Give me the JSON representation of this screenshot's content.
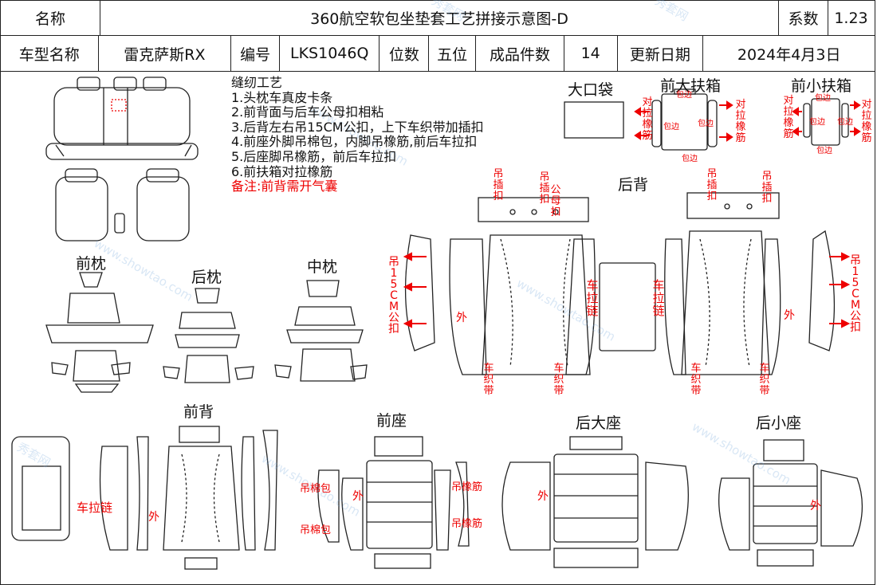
{
  "header": {
    "name_label": "名称",
    "title": "360航空软包坐垫套工艺拼接示意图-D",
    "coef_label": "系数",
    "coef_value": "1.23",
    "model_label": "车型名称",
    "model_value": "雷克萨斯RX",
    "code_label": "编号",
    "code_value": "LKS1046Q",
    "seats_label": "位数",
    "seats_value": "五位",
    "pieces_label": "成品件数",
    "pieces_value": "14",
    "update_label": "更新日期",
    "update_value": "2024年4月3日"
  },
  "notes": {
    "title": "缝纫工艺",
    "items": [
      "1.头枕车真皮卡条",
      "2.前背面与后车公母扣相粘",
      "3.后背左右吊15CM公扣，上下车织带加插扣",
      "4.前座外脚吊棉包，内脚吊橡筋,前后车拉扣",
      "5.后座脚吊橡筋，前后车拉扣",
      "6.前扶箱对拉橡筋"
    ],
    "remark": "备注:前背需开气囊"
  },
  "sections": {
    "big_pocket": "大口袋",
    "front_big_armrest": "前大扶箱",
    "front_small_armrest": "前小扶箱",
    "rear_back": "后背",
    "front_pillow": "前枕",
    "rear_pillow": "后枕",
    "middle_pillow": "中枕",
    "front_back": "前背",
    "front_seat": "前座",
    "rear_big_seat": "后大座",
    "rear_small_seat": "后小座"
  },
  "annotations": {
    "pull_rubber": "对拉橡筋",
    "edge_wrap": "包边",
    "hang_clip": "吊插扣",
    "male_female_clip": "公母扣",
    "hang_15cm": "吊15CM公扣",
    "car_zipper": "车拉链",
    "outside": "外",
    "car_webbing": "车织带",
    "hang_cotton": "吊棉包",
    "hang_rubber": "吊橡筋"
  },
  "watermark": {
    "cn": "秀套网",
    "en": "www.showtao.com"
  },
  "colors": {
    "annotation": "#e00000",
    "line": "#222222",
    "watermark": "#8fb6dc"
  }
}
